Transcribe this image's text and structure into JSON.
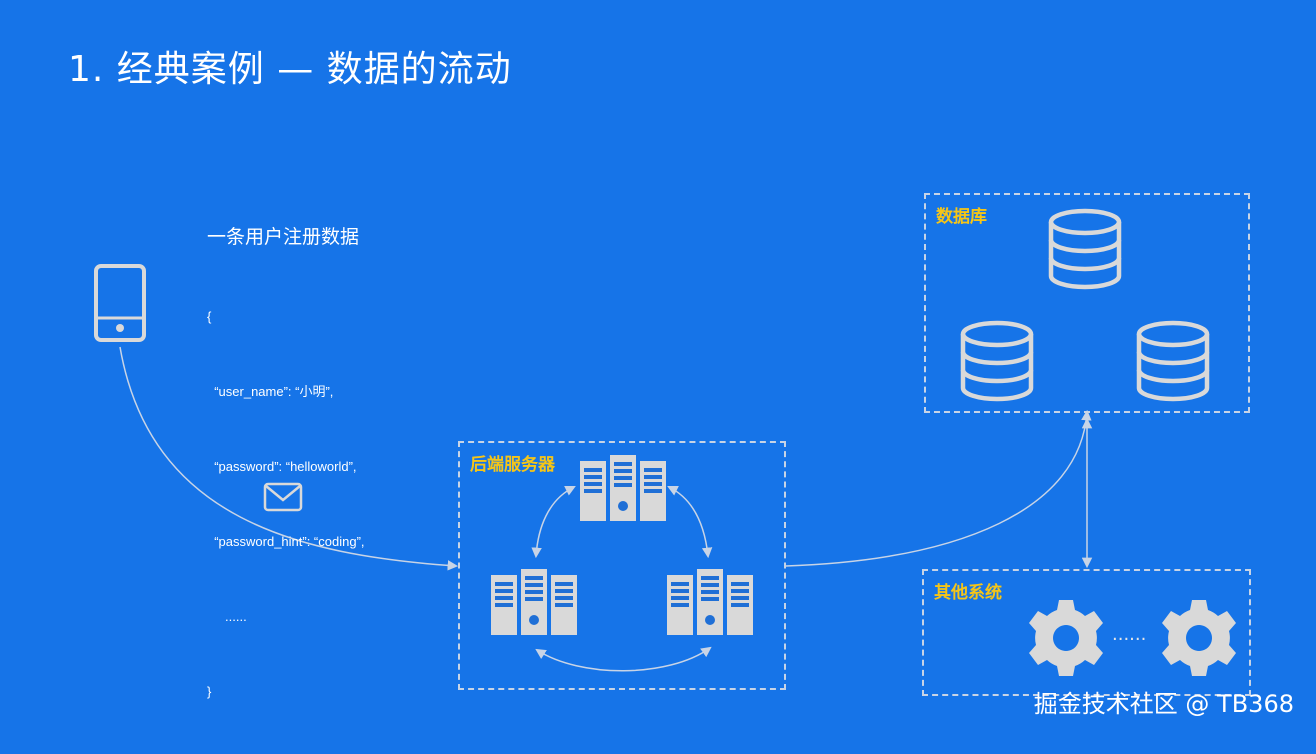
{
  "title": "1. 经典案例 — 数据的流动",
  "payload": {
    "heading": "一条用户注册数据",
    "lines": [
      "{",
      "  “user_name”: “小明”,",
      "  “password”: “helloworld”,",
      "  “password_hint”: “coding”,",
      "     ......",
      "}"
    ]
  },
  "groups": {
    "backend": {
      "label": "后端服务器"
    },
    "database": {
      "label": "数据库"
    },
    "other": {
      "label": "其他系统",
      "ellipsis": "......"
    }
  },
  "icons": {
    "client": "phone-icon",
    "message": "envelope-icon",
    "server": "server-rack-icon",
    "database": "database-icon",
    "system": "gear-icon"
  },
  "colors": {
    "background": "#1674e8",
    "label_accent": "#f5c518",
    "icon_fill": "#d9d9d9",
    "line": "#c8d4e6"
  },
  "watermark": "掘金技术社区 @ TB368"
}
